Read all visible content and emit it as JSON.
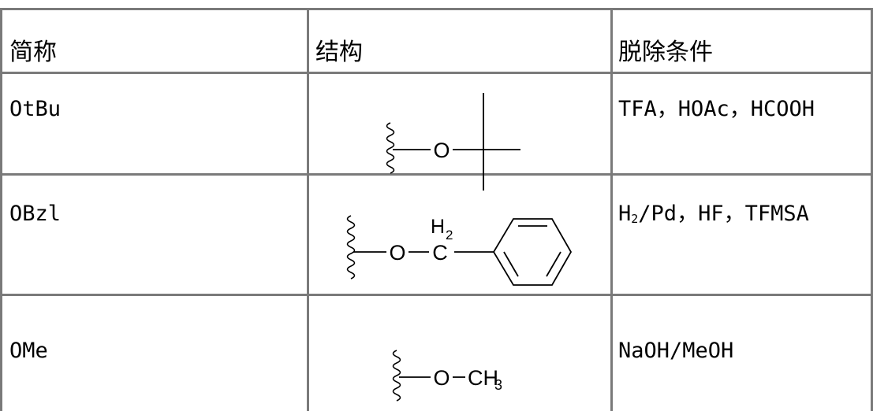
{
  "table": {
    "headers": [
      "简称",
      "结构",
      "脱除条件"
    ],
    "rows": [
      {
        "abbr": "OtBu",
        "structure": {
          "atoms": [
            "O"
          ],
          "icon": "tert-butyl-ether-structure"
        },
        "conditions": "TFA，HOAc，HCOOH"
      },
      {
        "abbr": "OBzl",
        "structure": {
          "atoms": [
            "O",
            "C",
            "H",
            "2"
          ],
          "icon": "benzyl-ether-structure"
        },
        "conditions_parts": {
          "h": "H",
          "h_sub": "2",
          "rest": "/Pd，HF，TFMSA"
        }
      },
      {
        "abbr": "OMe",
        "structure": {
          "atoms": [
            "O",
            "CH",
            "3"
          ],
          "icon": "methyl-ether-structure"
        },
        "conditions": "NaOH/MeOH"
      }
    ]
  }
}
